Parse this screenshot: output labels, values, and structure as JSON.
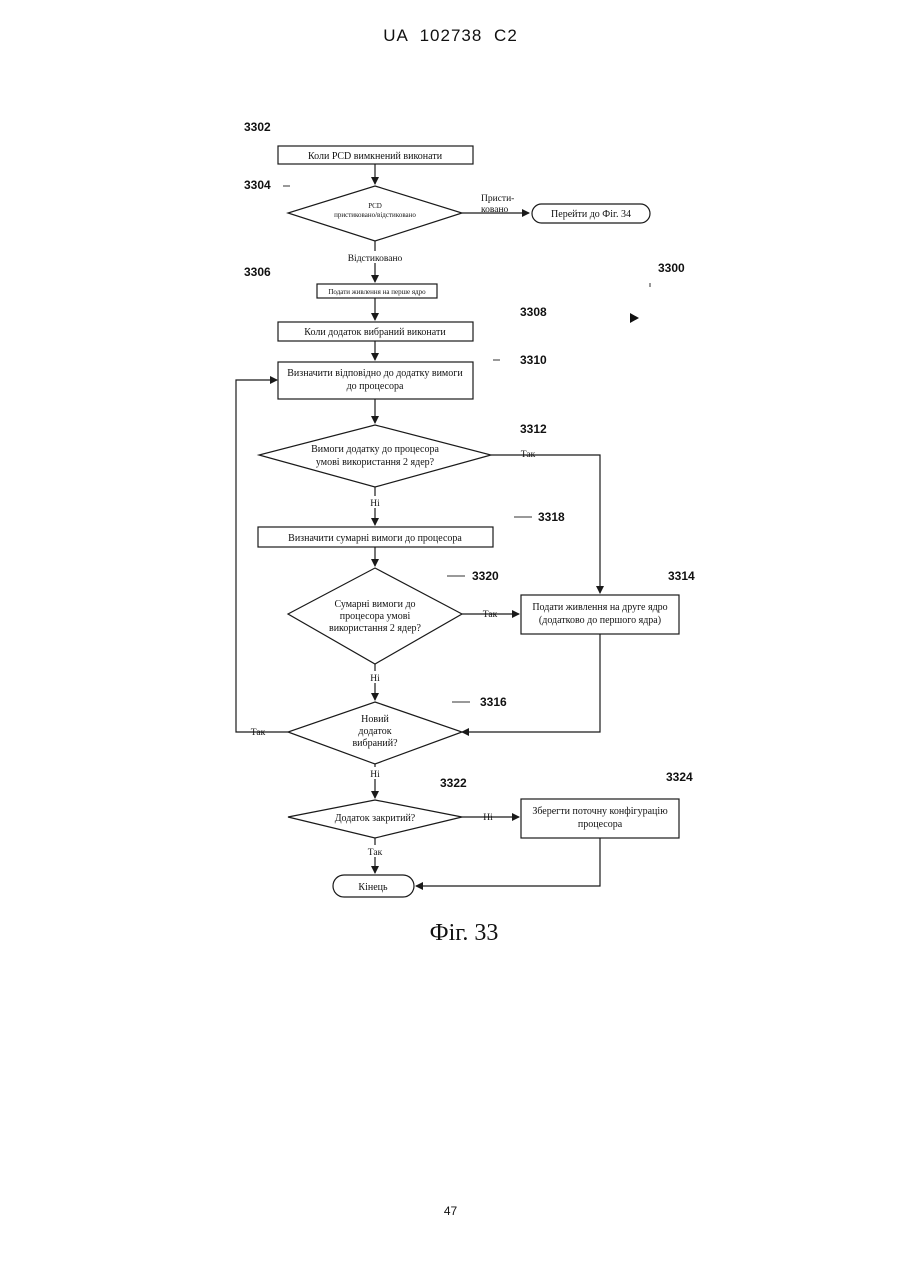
{
  "header": {
    "text": "UA   102738   C2"
  },
  "refs": {
    "r3300": "3300",
    "r3302": "3302",
    "r3304": "3304",
    "r3306": "3306",
    "r3308": "3308",
    "r3310": "3310",
    "r3312": "3312",
    "r3314": "3314",
    "r3316": "3316",
    "r3318": "3318",
    "r3320": "3320",
    "r3322": "3322",
    "r3324": "3324"
  },
  "nodes": {
    "n3302": "Коли PCD вимкнений  виконати",
    "n3304": {
      "line1": "PCD",
      "line2": "пристиковано/відстиковано"
    },
    "go_fig34": "Перейти до Фіг. 34",
    "n3306": "Подати живлення на перше ядро",
    "n3308": "Коли додаток вибраний  виконати",
    "n3310": {
      "line1": "Визначити відповідно до додатку вимоги",
      "line2": "до процесора"
    },
    "n3312": {
      "line1": "Вимоги додатку до процесора",
      "line2": "умові використання 2 ядер?"
    },
    "n3318": "Визначити сумарні вимоги до процесора",
    "n3320": {
      "line1": "Сумарні вимоги до",
      "line2": "процесора    умові",
      "line3": "використання 2 ядер?"
    },
    "n3314": {
      "line1": "Подати живлення на друге ядро",
      "line2": "(додатково до першого ядра)"
    },
    "n3316": {
      "line1": "Новий",
      "line2": "додаток",
      "line3": "вибраний?"
    },
    "n3322": "Додаток закритий?",
    "n3324": {
      "line1": "Зберегти поточну конфігурацію",
      "line2": "процесора"
    },
    "end": "Кінець"
  },
  "edges": {
    "docked": {
      "line1": "Присти-",
      "line2": "ковано"
    },
    "undocked": "Відстиковано",
    "e3312_yes": "Так",
    "e3312_no": "Ні",
    "e3320_yes": "Так",
    "e3320_no": "Ні",
    "e3316_yes": "Так",
    "e3316_no": "Ні",
    "e3322_no": "Ні",
    "e3322_yes": "Так"
  },
  "caption": "Фіг. 33",
  "page_number": "47"
}
